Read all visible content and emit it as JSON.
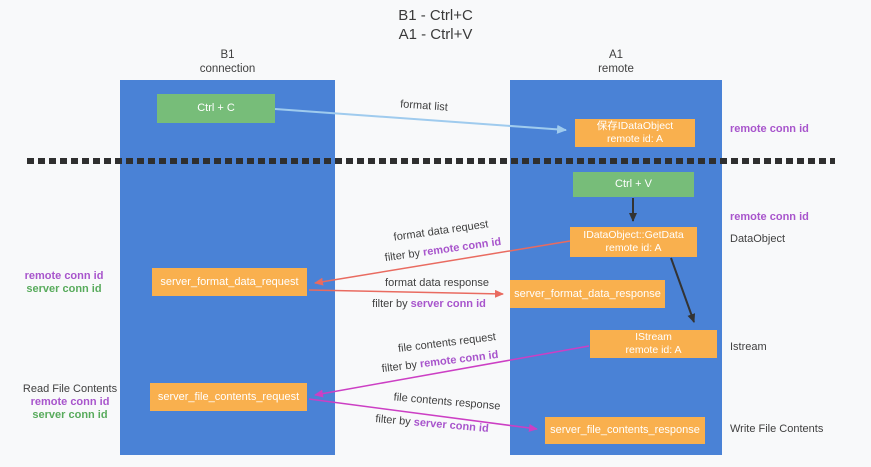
{
  "title": {
    "line1": "B1 - Ctrl+C",
    "line2": "A1 - Ctrl+V"
  },
  "lanes": {
    "left": {
      "name": "B1",
      "subtitle": "connection"
    },
    "right": {
      "name": "A1",
      "subtitle": "remote"
    }
  },
  "nodes": {
    "ctrl_c": {
      "label": "Ctrl + C"
    },
    "save_idataobject": {
      "line1": "保存IDataObject",
      "line2": "remote id: A"
    },
    "ctrl_v": {
      "label": "Ctrl + V"
    },
    "getdata": {
      "line1": "IDataObject::GetData",
      "line2": "remote id: A"
    },
    "server_format_data_request": {
      "label": "server_format_data_request"
    },
    "server_format_data_response": {
      "label": "server_format_data_response"
    },
    "istream": {
      "line1": "IStream",
      "line2": "remote id: A"
    },
    "server_file_contents_request": {
      "label": "server_file_contents_request"
    },
    "server_file_contents_response": {
      "label": "server_file_contents_response"
    }
  },
  "edges": {
    "format_list": "format list",
    "format_data_request": "format data request",
    "format_data_response": "format data response",
    "file_contents_request": "file contents request",
    "file_contents_response": "file contents response",
    "filter_prefix": "filter by",
    "remote_conn_id": "remote conn id",
    "server_conn_id": "server conn id"
  },
  "side_labels": {
    "remote_conn_id": "remote conn id",
    "server_conn_id": "server conn id",
    "dataobject": "DataObject",
    "istream": "Istream",
    "read_file_contents": "Read File Contents",
    "write_file_contents": "Write File Contents"
  },
  "colors": {
    "lane_blue": "#4a82d6",
    "node_orange": "#f9b04e",
    "node_green": "#77bd79",
    "arrow_blue": "#9fcbee",
    "arrow_red": "#e96b60",
    "arrow_magenta": "#cc3fc4",
    "arrow_black": "#333333",
    "text_purple": "#a855cc",
    "text_green": "#58ab5c",
    "background": "#f8f9fa"
  }
}
